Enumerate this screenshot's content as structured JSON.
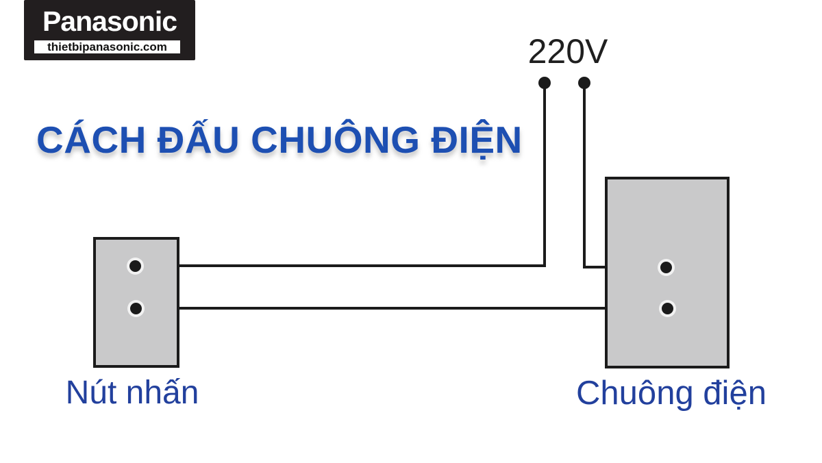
{
  "logo": {
    "brand": "Panasonic",
    "website": "thietbipanasonic.com"
  },
  "title": "CÁCH ĐẤU CHUÔNG ĐIỆN",
  "diagram": {
    "voltage_label": "220V",
    "components": {
      "push_button": {
        "label": "Nút nhấn"
      },
      "bell": {
        "label": "Chuông điện"
      }
    },
    "wire_color": "#1b1b1b",
    "component_fill": "#c9c9ca"
  },
  "colors": {
    "title_blue": "#1d4fb2",
    "label_blue": "#22409d",
    "logo_background": "#221e1f",
    "background": "#ffffff"
  }
}
